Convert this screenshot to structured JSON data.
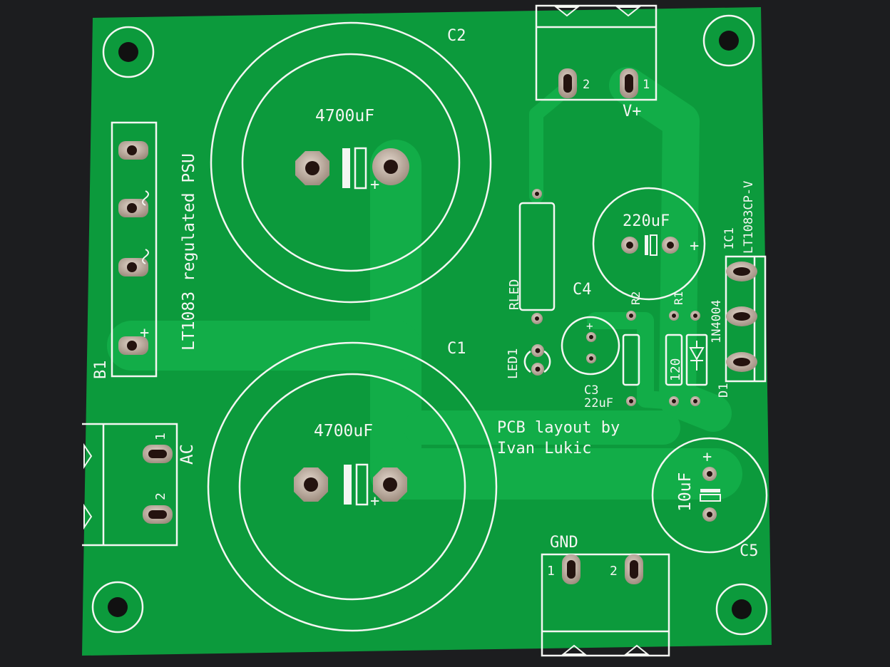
{
  "colors": {
    "background": "#1c1d1f",
    "board": "#0c9a3c",
    "trace": "#12ad48",
    "silkscreen": "#f4f6f2",
    "pad": "#b9a99a",
    "drill": "#24130f"
  },
  "silkscreen": {
    "board_title": "LT1083 regulated PSU",
    "credit_line1": "PCB layout by",
    "credit_line2": "Ivan Lukic",
    "c2_ref": "C2",
    "c2_value": "4700uF",
    "c1_ref": "C1",
    "c1_value": "4700uF",
    "c4_ref": "C4",
    "c4_value": "220uF",
    "c3_ref": "C3",
    "c3_value": "22uF",
    "c5_ref": "C5",
    "c5_value": "10uF",
    "ic1_ref": "IC1",
    "ic1_value": "LT1083CP-V",
    "r1_ref": "R1",
    "r1_value": "120",
    "r2_ref": "R2",
    "d1_ref": "D1",
    "d1_value": "1N4004",
    "rled_ref": "RLED",
    "led1_ref": "LED1",
    "b1_ref": "B1",
    "ac_label": "AC",
    "ac_pin1": "1",
    "ac_pin2": "2",
    "vplus_label": "V+",
    "vplus_pin1": "1",
    "vplus_pin2": "2",
    "gnd_label": "GND",
    "gnd_pin1": "1",
    "gnd_pin2": "2",
    "plus_mark": "+"
  }
}
